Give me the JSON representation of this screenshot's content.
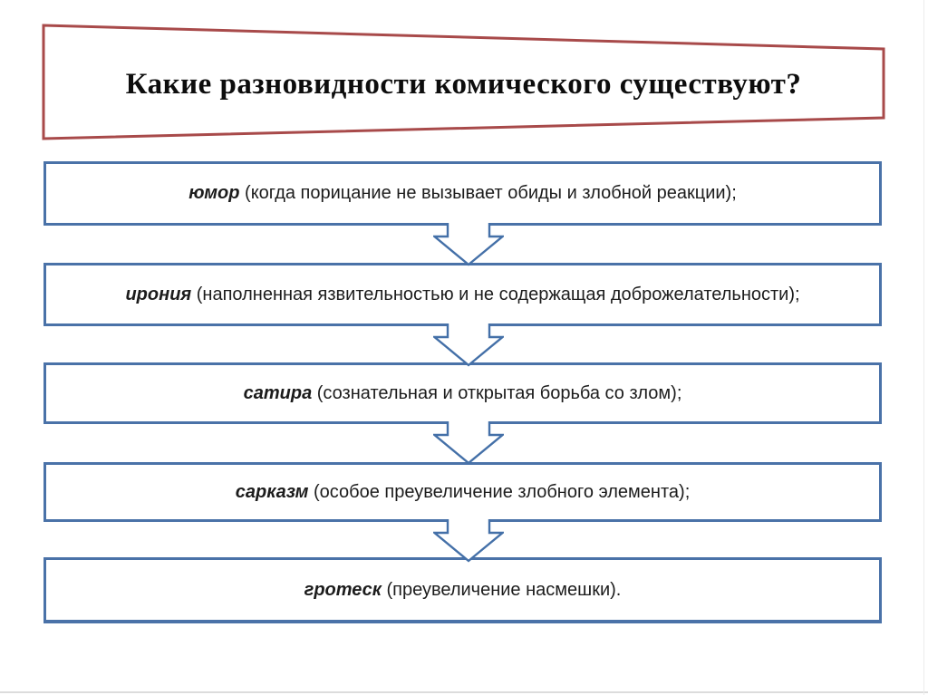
{
  "slide": {
    "title": "Какие разновидности комического существуют?",
    "items": [
      {
        "term": "юмор",
        "definition": " (когда порицание не вызывает обиды и злобной реакции);"
      },
      {
        "term": "ирония",
        "definition": " (наполненная язвительностью и не содержащая доброжелательности);"
      },
      {
        "term": "сатира",
        "definition": " (сознательная и открытая борьба со злом);"
      },
      {
        "term": "сарказм",
        "definition": " (особое преувеличение злобного элемента);"
      },
      {
        "term": "гротеск",
        "definition": " (преувеличение насмешки)."
      }
    ]
  },
  "icons": [
    {
      "name": "down-arrow-icon",
      "shape": "outlined down arrow with notched tail"
    }
  ],
  "colors": {
    "box_border": "#4a72a8",
    "arrow_outline": "#4470a8",
    "title_border": "#a84a4a",
    "text": "#1c1c1c",
    "title_text": "#0d0d0d",
    "background": "#ffffff",
    "slide_edge": "#dcdcdc"
  }
}
